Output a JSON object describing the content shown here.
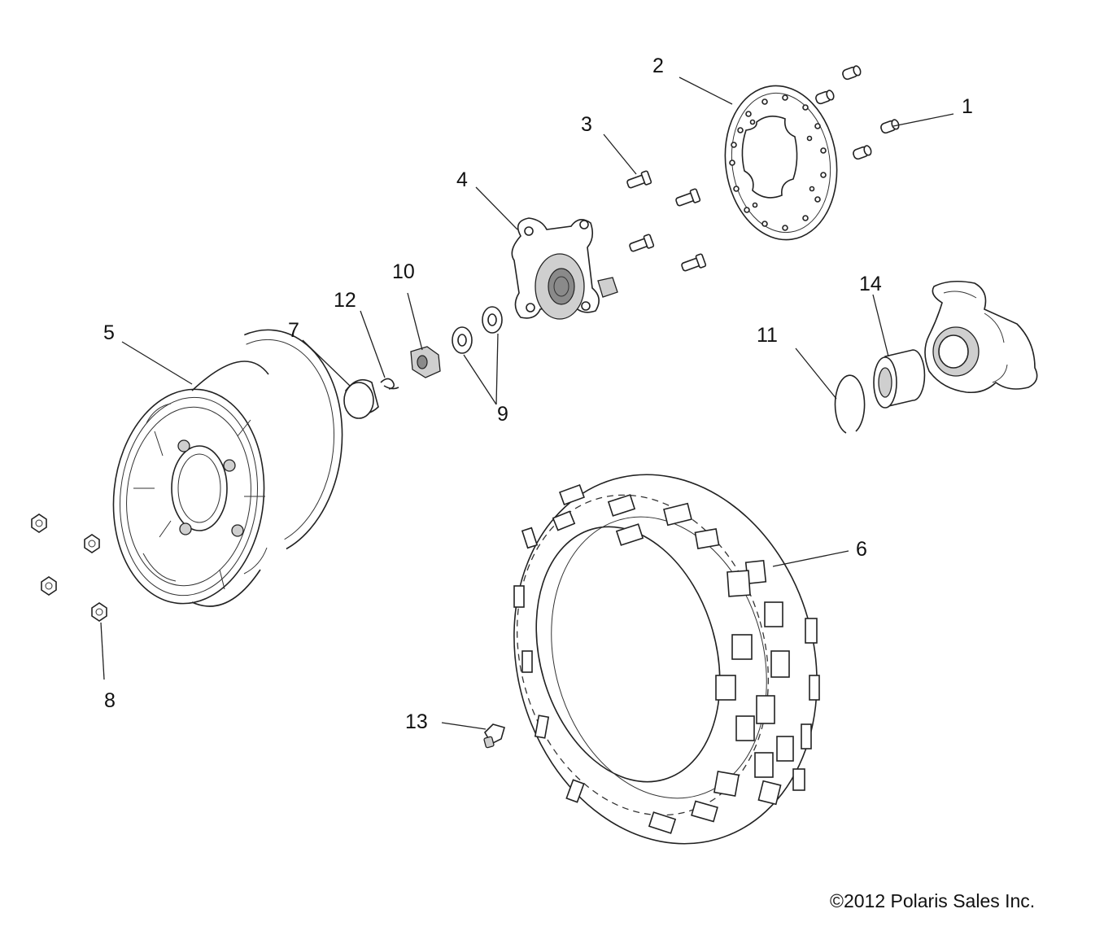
{
  "callouts": [
    {
      "id": "1",
      "text": "1"
    },
    {
      "id": "2",
      "text": "2"
    },
    {
      "id": "3",
      "text": "3"
    },
    {
      "id": "4",
      "text": "4"
    },
    {
      "id": "5",
      "text": "5"
    },
    {
      "id": "6",
      "text": "6"
    },
    {
      "id": "7",
      "text": "7"
    },
    {
      "id": "8",
      "text": "8"
    },
    {
      "id": "9",
      "text": "9"
    },
    {
      "id": "10",
      "text": "10"
    },
    {
      "id": "11",
      "text": "11"
    },
    {
      "id": "12",
      "text": "12"
    },
    {
      "id": "13",
      "text": "13"
    },
    {
      "id": "14",
      "text": "14"
    }
  ],
  "copyright": "©2012 Polaris Sales Inc."
}
